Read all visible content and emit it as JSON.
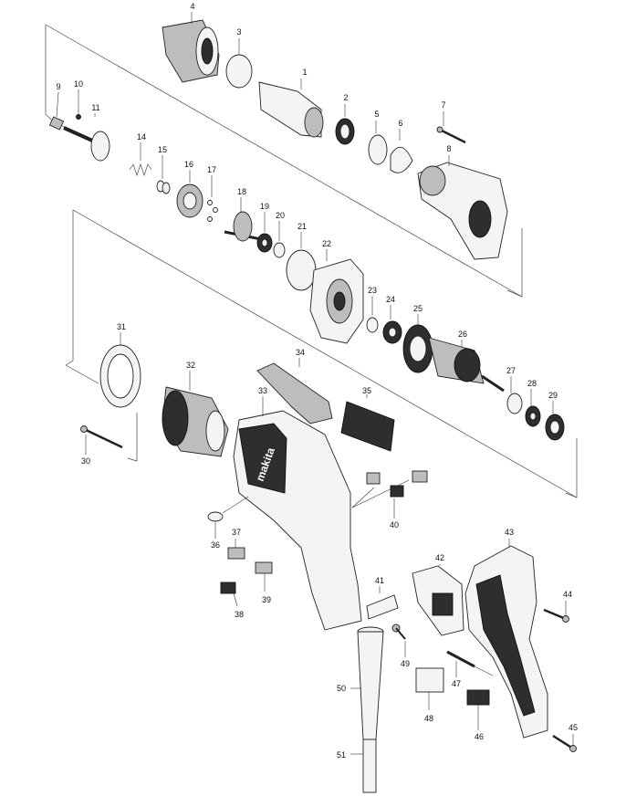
{
  "diagram": {
    "brand_text": "makita",
    "part_labels": [
      "1",
      "2",
      "3",
      "4",
      "5",
      "6",
      "7",
      "8",
      "9",
      "10",
      "11",
      "14",
      "15",
      "16",
      "17",
      "18",
      "19",
      "20",
      "21",
      "22",
      "23",
      "24",
      "25",
      "26",
      "27",
      "28",
      "29",
      "30",
      "31",
      "32",
      "33",
      "34",
      "35",
      "36",
      "37",
      "38",
      "39",
      "40",
      "41",
      "42",
      "43",
      "44",
      "45",
      "46",
      "47",
      "48",
      "49",
      "50",
      "51"
    ]
  }
}
